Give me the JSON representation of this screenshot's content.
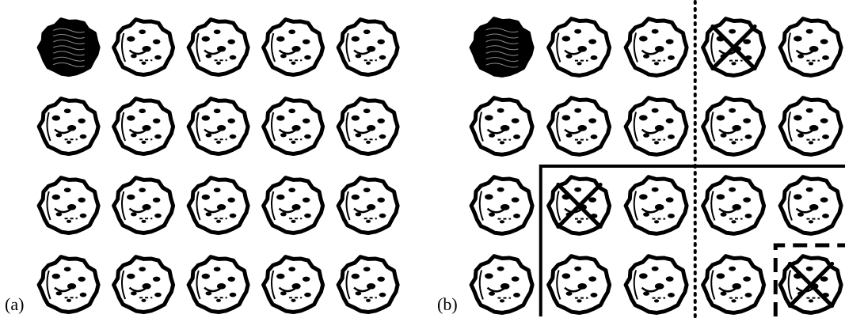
{
  "panels": [
    {
      "label": "(a)",
      "rows": 4,
      "cols": 5,
      "dark_cells": [
        [
          0,
          0
        ]
      ],
      "crossed_cells": []
    },
    {
      "label": "(b)",
      "rows": 4,
      "cols": 5,
      "dark_cells": [
        [
          0,
          0
        ]
      ],
      "crossed_cells": [
        [
          0,
          3
        ],
        [
          2,
          1
        ],
        [
          3,
          4
        ]
      ],
      "regions": [
        {
          "style": "dotted",
          "rows": [
            0,
            3
          ],
          "cols": [
            3,
            4
          ]
        },
        {
          "style": "solid",
          "rows": [
            2,
            3
          ],
          "cols": [
            1,
            4
          ]
        },
        {
          "style": "dashed",
          "rows": [
            3,
            3
          ],
          "cols": [
            4,
            4
          ]
        }
      ]
    }
  ],
  "colors": {
    "ink": "#000000",
    "paper": "#ffffff"
  },
  "icon": "cookie-icon"
}
